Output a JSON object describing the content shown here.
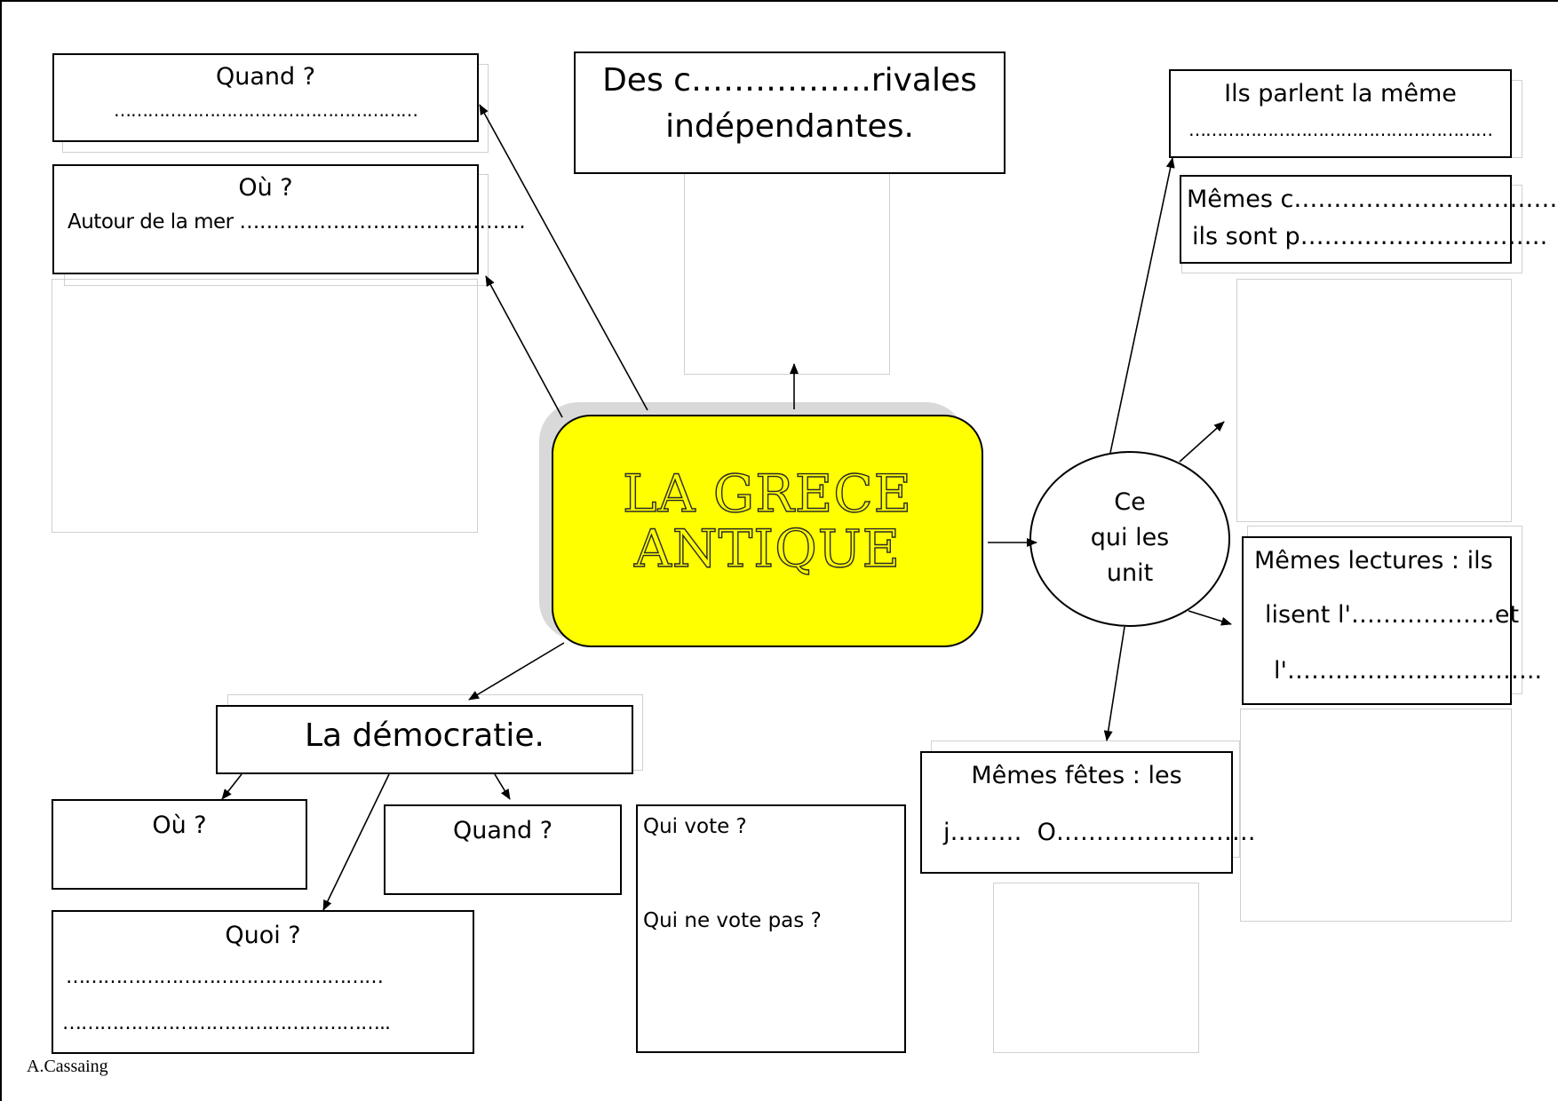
{
  "center": {
    "line1": "LA GRECE",
    "line2": "ANTIQUE",
    "color": "#ffff00"
  },
  "hub": {
    "line1": "Ce",
    "line2": "qui les",
    "line3": "unit"
  },
  "top_left": {
    "quand": {
      "title": "Quand ?",
      "blank": "………………………………………………"
    },
    "ou": {
      "title": "Où ?",
      "prompt": "Autour de la mer ……………………………………."
    }
  },
  "top_center": {
    "line1": "Des c……………..rivales",
    "line2": "indépendantes."
  },
  "right": {
    "langue": {
      "line1": "Ils parlent la même",
      "line2": "………………………………………………"
    },
    "croyances": {
      "line1": "Mêmes c…………………………… :",
      "line2": "ils sont p…………………………."
    },
    "lectures": {
      "line1": "Mêmes lectures : ils",
      "line2": "lisent l'………………et",
      "line3": "l'………………………….."
    },
    "fetes": {
      "line1": "Mêmes fêtes : les",
      "line2": "j………  O……………………."
    }
  },
  "democratie": {
    "title": "La démocratie.",
    "ou": "Où ?",
    "quand": "Quand ?",
    "quoi": {
      "title": "Quoi ?",
      "line1": "……………………………………………",
      "line2": "…………………………………………….."
    },
    "vote": {
      "q1": "Qui vote ?",
      "q2": "Qui ne vote pas ?"
    }
  },
  "credit": "A.Cassaing"
}
